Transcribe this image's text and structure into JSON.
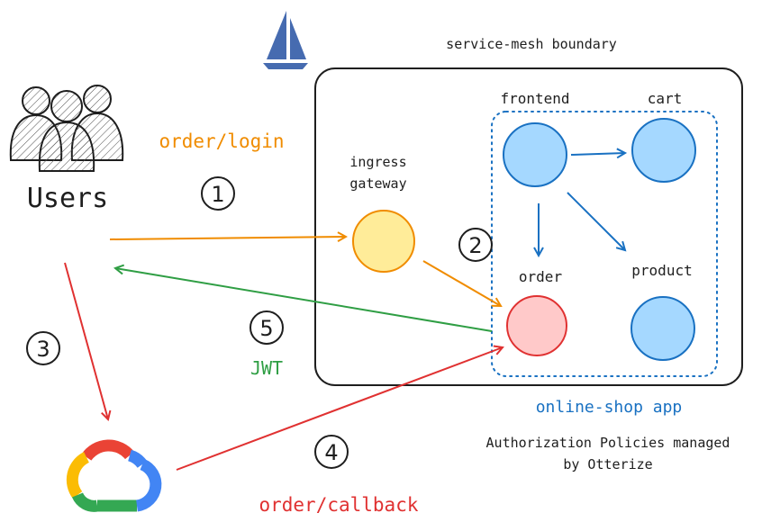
{
  "diagram": {
    "boundary_label": "service-mesh boundary",
    "app_label": "online-shop app",
    "policy_note_line1": "Authorization Policies managed",
    "policy_note_line2": "by Otterize",
    "users_label": "Users",
    "gateway_label_line1": "ingress",
    "gateway_label_line2": "gateway",
    "services": {
      "frontend": "frontend",
      "cart": "cart",
      "order": "order",
      "product": "product"
    },
    "flows": {
      "step1_number": "1",
      "step1_label": "order/login",
      "step2_number": "2",
      "step3_number": "3",
      "step4_number": "4",
      "step4_label": "order/callback",
      "step5_number": "5",
      "step5_label": "JWT"
    },
    "colors": {
      "orange": "#f08c00",
      "green": "#2f9e44",
      "red": "#e03131",
      "blue": "#1971c2",
      "service_fill": "#a5d8ff",
      "gateway_fill": "#ffec99",
      "order_fill": "#ffc9c9",
      "istio_blue": "#466bb0"
    },
    "icons": {
      "istio": "istio-sail-icon",
      "users": "users-group-icon",
      "cloud": "google-cloud-icon"
    }
  }
}
